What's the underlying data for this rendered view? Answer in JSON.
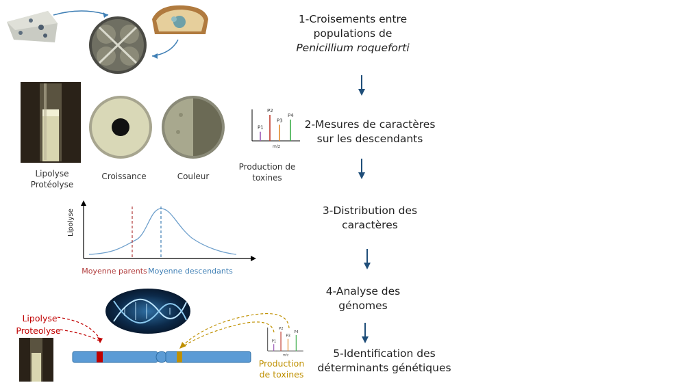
{
  "steps": [
    {
      "line1": "1-Croisements entre",
      "line2": "populations de",
      "line3": "Penicillium roqueforti"
    },
    {
      "line1": "2-Mesures de caractères",
      "line2": "sur les descendants"
    },
    {
      "line1": "3-Distribution des",
      "line2": "caractères"
    },
    {
      "line1": "4-Analyse des",
      "line2": "génomes"
    },
    {
      "line1": "5-Identification des",
      "line2": "déterminants génétiques"
    }
  ],
  "measures": {
    "lipolyse": "Lipolyse",
    "proteolyse": "Protéolyse",
    "croissance": "Croissance",
    "couleur": "Couleur",
    "toxines_line1": "Production de",
    "toxines_line2": "toxines"
  },
  "spectrum": {
    "peaks": [
      "P1",
      "P2",
      "P3",
      "P4"
    ],
    "axis": "m/z",
    "peak_heights": [
      0.35,
      1.0,
      0.62,
      0.82
    ],
    "colors": [
      "#9b59b6",
      "#c0392b",
      "#e08a2a",
      "#3cae4a"
    ]
  },
  "distribution": {
    "ylabel": "Lipolyse",
    "parents_label": "Moyenne parents",
    "descendants_label": "Moyenne descendants",
    "parents_color": "#b03a3a",
    "descendants_color": "#3f7fb5"
  },
  "genome": {
    "lipolyse": "Lipolyse",
    "proteolyse": "Proteolyse",
    "toxines_line1": "Production",
    "toxines_line2": "de toxines",
    "chromosome_color": "#5b9bd5",
    "red_locus_color": "#c00000",
    "gold_locus_color": "#bf9000"
  },
  "colors": {
    "arrow": "#1f4e79"
  }
}
